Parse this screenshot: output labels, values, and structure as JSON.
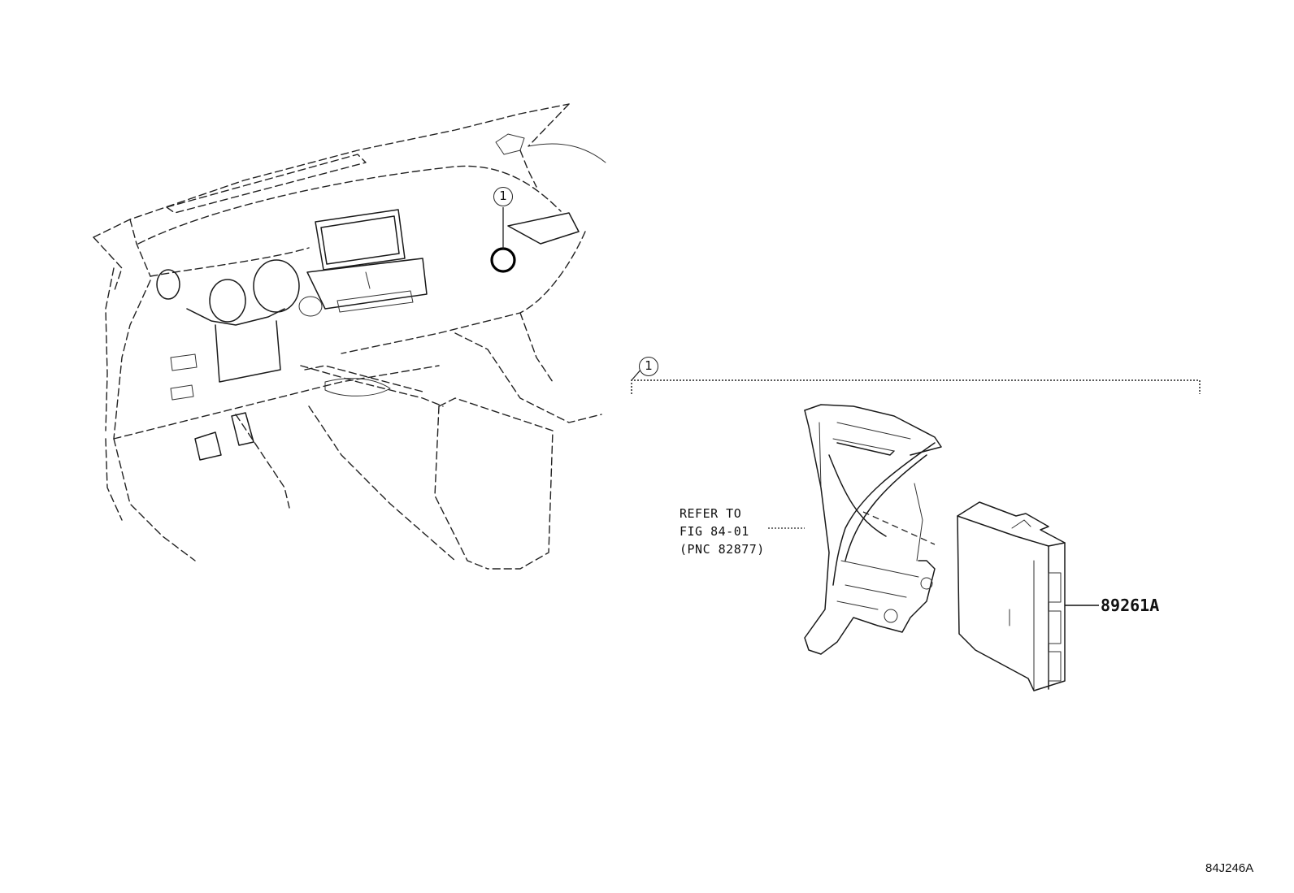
{
  "callouts": {
    "dash_marker": "1",
    "assembly_marker": "1"
  },
  "refer_note": {
    "line1": "REFER TO",
    "line2": "FIG 84-01",
    "line3": "(PNC 82877)"
  },
  "part_number": "89261A",
  "figure_code": "84J246A"
}
